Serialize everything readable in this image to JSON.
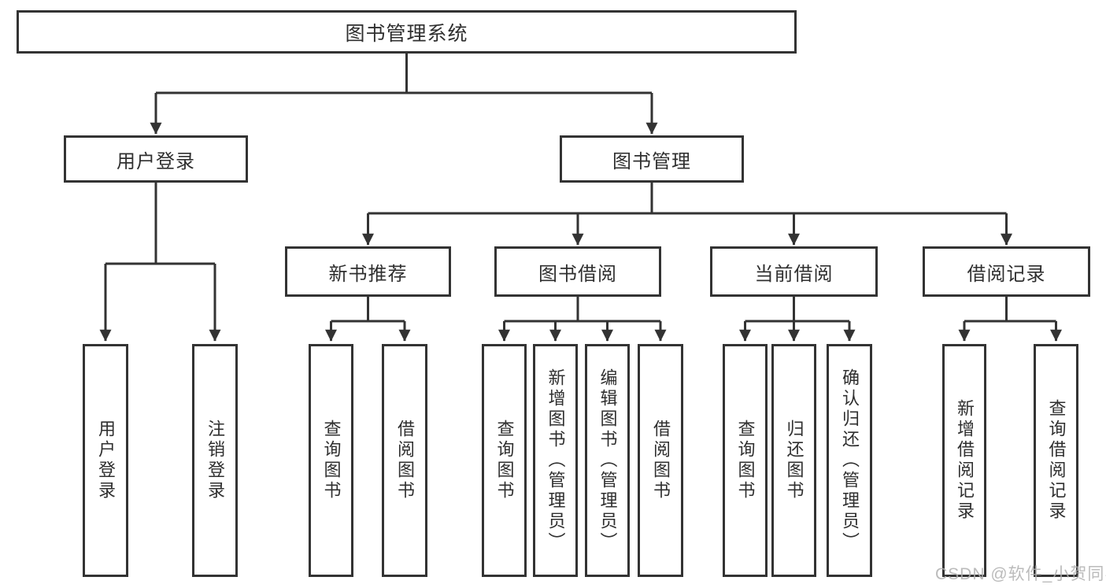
{
  "root": {
    "label": "图书管理系统"
  },
  "branches": [
    {
      "label": "用户登录",
      "children": [
        {
          "label": "用户登录"
        },
        {
          "label": "注销登录"
        }
      ]
    },
    {
      "label": "图书管理",
      "children": [
        {
          "label": "新书推荐",
          "children": [
            {
              "label": "查询图书"
            },
            {
              "label": "借阅图书"
            }
          ]
        },
        {
          "label": "图书借阅",
          "children": [
            {
              "label": "查询图书"
            },
            {
              "label": "新增图书（管理员）"
            },
            {
              "label": "编辑图书（管理员）"
            },
            {
              "label": "借阅图书"
            }
          ]
        },
        {
          "label": "当前借阅",
          "children": [
            {
              "label": "查询图书"
            },
            {
              "label": "归还图书"
            },
            {
              "label": "确认归还（管理员）"
            }
          ]
        },
        {
          "label": "借阅记录",
          "children": [
            {
              "label": "新增借阅记录"
            },
            {
              "label": "查询借阅记录"
            }
          ]
        }
      ]
    }
  ],
  "watermark": {
    "text": "CSDN @软件_小贺同学"
  },
  "colors": {
    "line": "#333333",
    "box_border": "#333333",
    "text": "#2f2f2f",
    "watermark": "#b0b0b0",
    "background": "#ffffff"
  }
}
